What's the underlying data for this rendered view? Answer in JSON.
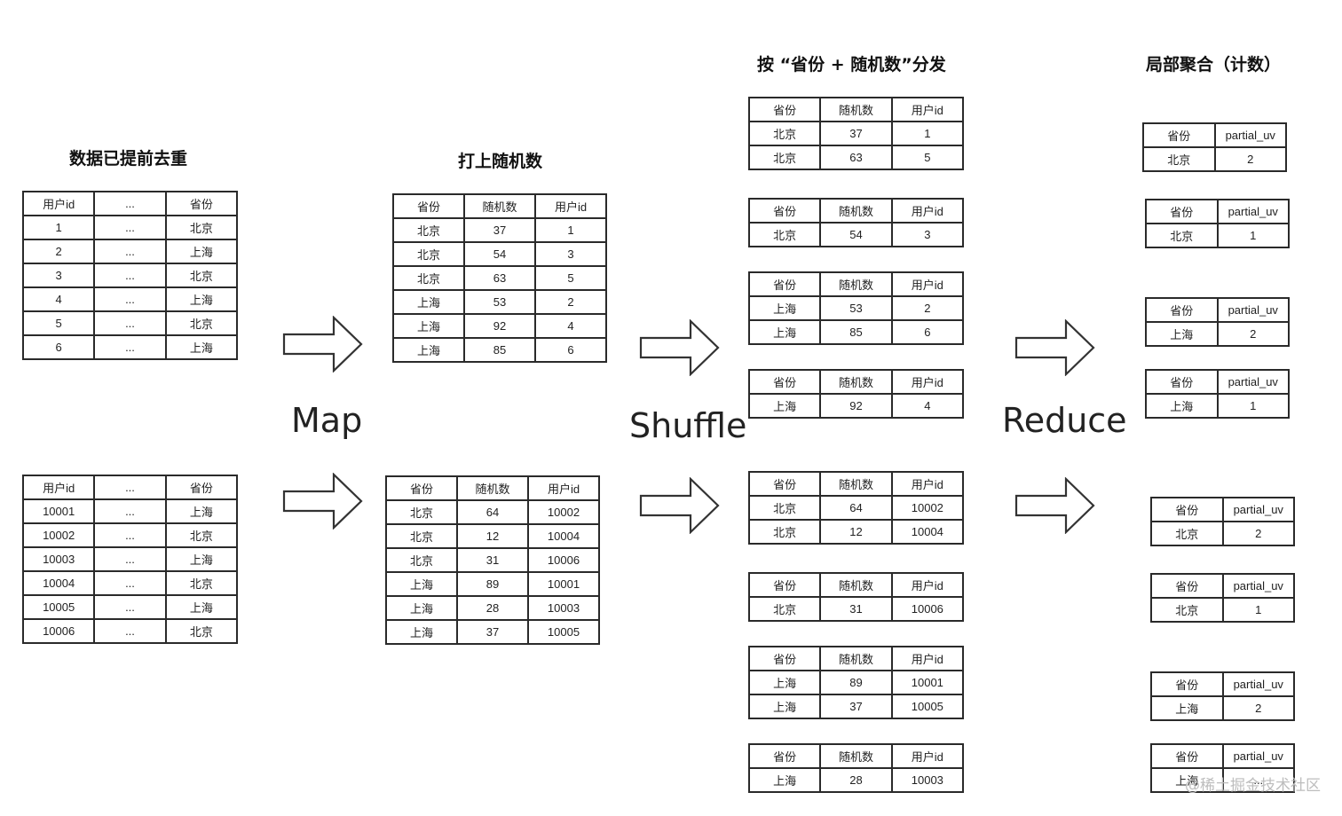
{
  "titles": {
    "dedup": "数据已提前去重",
    "random": "打上随机数",
    "dispatch": "按 “省份 + 随机数”分发",
    "partial": "局部聚合（计数）"
  },
  "stages": {
    "map": "Map",
    "shuffle": "Shuffle",
    "reduce": "Reduce"
  },
  "input_tables": [
    {
      "header": [
        "用户id",
        "...",
        "省份"
      ],
      "rows": [
        [
          "1",
          "...",
          "北京"
        ],
        [
          "2",
          "...",
          "上海"
        ],
        [
          "3",
          "...",
          "北京"
        ],
        [
          "4",
          "...",
          "上海"
        ],
        [
          "5",
          "...",
          "北京"
        ],
        [
          "6",
          "...",
          "上海"
        ]
      ]
    },
    {
      "header": [
        "用户id",
        "...",
        "省份"
      ],
      "rows": [
        [
          "10001",
          "...",
          "上海"
        ],
        [
          "10002",
          "...",
          "北京"
        ],
        [
          "10003",
          "...",
          "上海"
        ],
        [
          "10004",
          "...",
          "北京"
        ],
        [
          "10005",
          "...",
          "上海"
        ],
        [
          "10006",
          "...",
          "北京"
        ]
      ]
    }
  ],
  "random_tables": [
    {
      "header": [
        "省份",
        "随机数",
        "用户id"
      ],
      "rows": [
        [
          "北京",
          "37",
          "1"
        ],
        [
          "北京",
          "54",
          "3"
        ],
        [
          "北京",
          "63",
          "5"
        ],
        [
          "上海",
          "53",
          "2"
        ],
        [
          "上海",
          "92",
          "4"
        ],
        [
          "上海",
          "85",
          "6"
        ]
      ]
    },
    {
      "header": [
        "省份",
        "随机数",
        "用户id"
      ],
      "rows": [
        [
          "北京",
          "64",
          "10002"
        ],
        [
          "北京",
          "12",
          "10004"
        ],
        [
          "北京",
          "31",
          "10006"
        ],
        [
          "上海",
          "89",
          "10001"
        ],
        [
          "上海",
          "28",
          "10003"
        ],
        [
          "上海",
          "37",
          "10005"
        ]
      ]
    }
  ],
  "shuffle_tables": [
    {
      "header": [
        "省份",
        "随机数",
        "用户id"
      ],
      "rows": [
        [
          "北京",
          "37",
          "1"
        ],
        [
          "北京",
          "63",
          "5"
        ]
      ]
    },
    {
      "header": [
        "省份",
        "随机数",
        "用户id"
      ],
      "rows": [
        [
          "北京",
          "54",
          "3"
        ]
      ]
    },
    {
      "header": [
        "省份",
        "随机数",
        "用户id"
      ],
      "rows": [
        [
          "上海",
          "53",
          "2"
        ],
        [
          "上海",
          "85",
          "6"
        ]
      ]
    },
    {
      "header": [
        "省份",
        "随机数",
        "用户id"
      ],
      "rows": [
        [
          "上海",
          "92",
          "4"
        ]
      ]
    },
    {
      "header": [
        "省份",
        "随机数",
        "用户id"
      ],
      "rows": [
        [
          "北京",
          "64",
          "10002"
        ],
        [
          "北京",
          "12",
          "10004"
        ]
      ]
    },
    {
      "header": [
        "省份",
        "随机数",
        "用户id"
      ],
      "rows": [
        [
          "北京",
          "31",
          "10006"
        ]
      ]
    },
    {
      "header": [
        "省份",
        "随机数",
        "用户id"
      ],
      "rows": [
        [
          "上海",
          "89",
          "10001"
        ],
        [
          "上海",
          "37",
          "10005"
        ]
      ]
    },
    {
      "header": [
        "省份",
        "随机数",
        "用户id"
      ],
      "rows": [
        [
          "上海",
          "28",
          "10003"
        ]
      ]
    }
  ],
  "partial_tables": [
    {
      "header": [
        "省份",
        "partial_uv"
      ],
      "rows": [
        [
          "北京",
          "2"
        ]
      ]
    },
    {
      "header": [
        "省份",
        "partial_uv"
      ],
      "rows": [
        [
          "北京",
          "1"
        ]
      ]
    },
    {
      "header": [
        "省份",
        "partial_uv"
      ],
      "rows": [
        [
          "上海",
          "2"
        ]
      ]
    },
    {
      "header": [
        "省份",
        "partial_uv"
      ],
      "rows": [
        [
          "上海",
          "1"
        ]
      ]
    },
    {
      "header": [
        "省份",
        "partial_uv"
      ],
      "rows": [
        [
          "北京",
          "2"
        ]
      ]
    },
    {
      "header": [
        "省份",
        "partial_uv"
      ],
      "rows": [
        [
          "北京",
          "1"
        ]
      ]
    },
    {
      "header": [
        "省份",
        "partial_uv"
      ],
      "rows": [
        [
          "上海",
          "2"
        ]
      ]
    },
    {
      "header": [
        "省份",
        "partial_uv"
      ],
      "rows": [
        [
          "上海",
          "..."
        ]
      ]
    }
  ],
  "watermark": "@稀土掘金技术社区"
}
